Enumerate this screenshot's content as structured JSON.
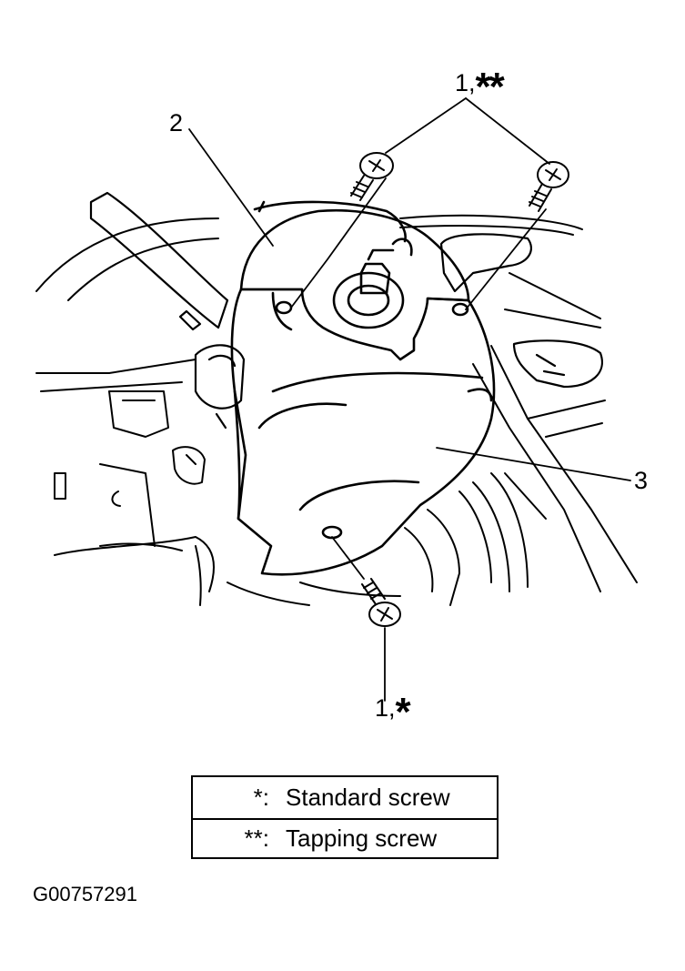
{
  "callouts": {
    "c1_top_num": "1,",
    "c1_top_stars": "**",
    "c1_bottom_num": "1,",
    "c1_bottom_stars": "*",
    "c2": "2",
    "c3": "3"
  },
  "legend": {
    "rows": [
      {
        "key": "*:",
        "desc": "Standard screw"
      },
      {
        "key": "**:",
        "desc": "Tapping screw"
      }
    ]
  },
  "figure_id": "G00757291"
}
